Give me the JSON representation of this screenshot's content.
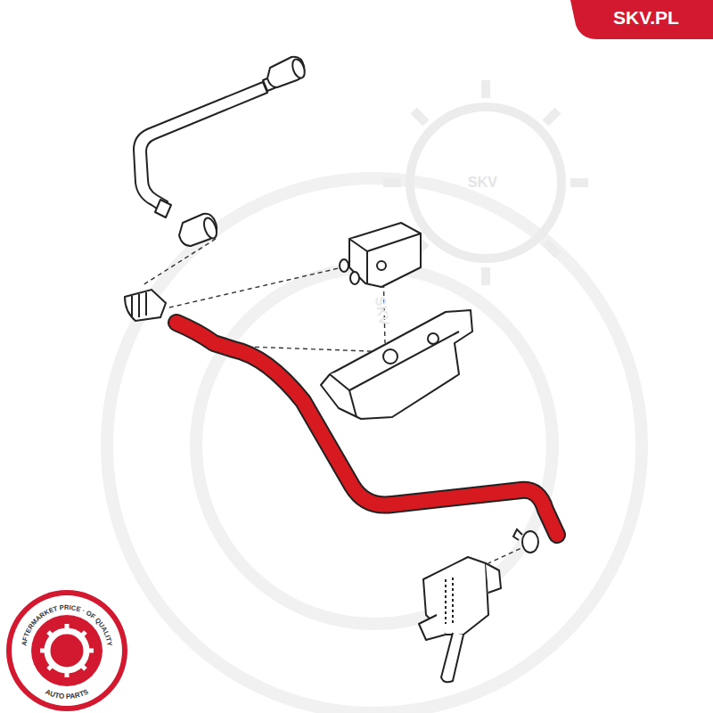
{
  "diagram": {
    "labels": [
      "SKV.PL",
      "SKV",
      "SKV",
      "AFTERMARKET PRICE · OF QUALITY",
      "AUTO PARTS",
      "SKV"
    ]
  }
}
